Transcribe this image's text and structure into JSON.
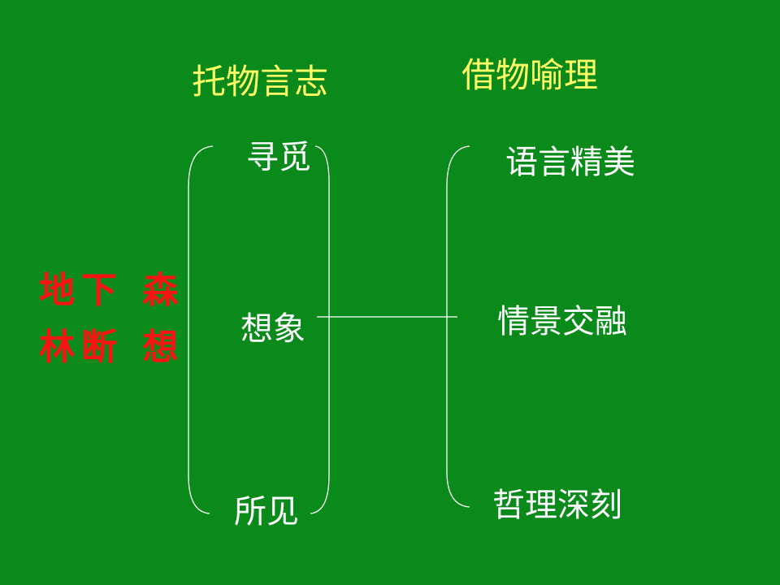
{
  "headings": {
    "left": "托物言志",
    "right": "借物喻理"
  },
  "title": {
    "line1": "地下 森",
    "line2": "林断 想"
  },
  "left_items": [
    "寻觅",
    "想象",
    "所见"
  ],
  "right_items": [
    "语言精美",
    "情景交融",
    "哲理深刻"
  ],
  "colors": {
    "background": "#0b8a1c",
    "heading": "#ffff66",
    "title": "#ff1010",
    "text": "#ffffff"
  }
}
